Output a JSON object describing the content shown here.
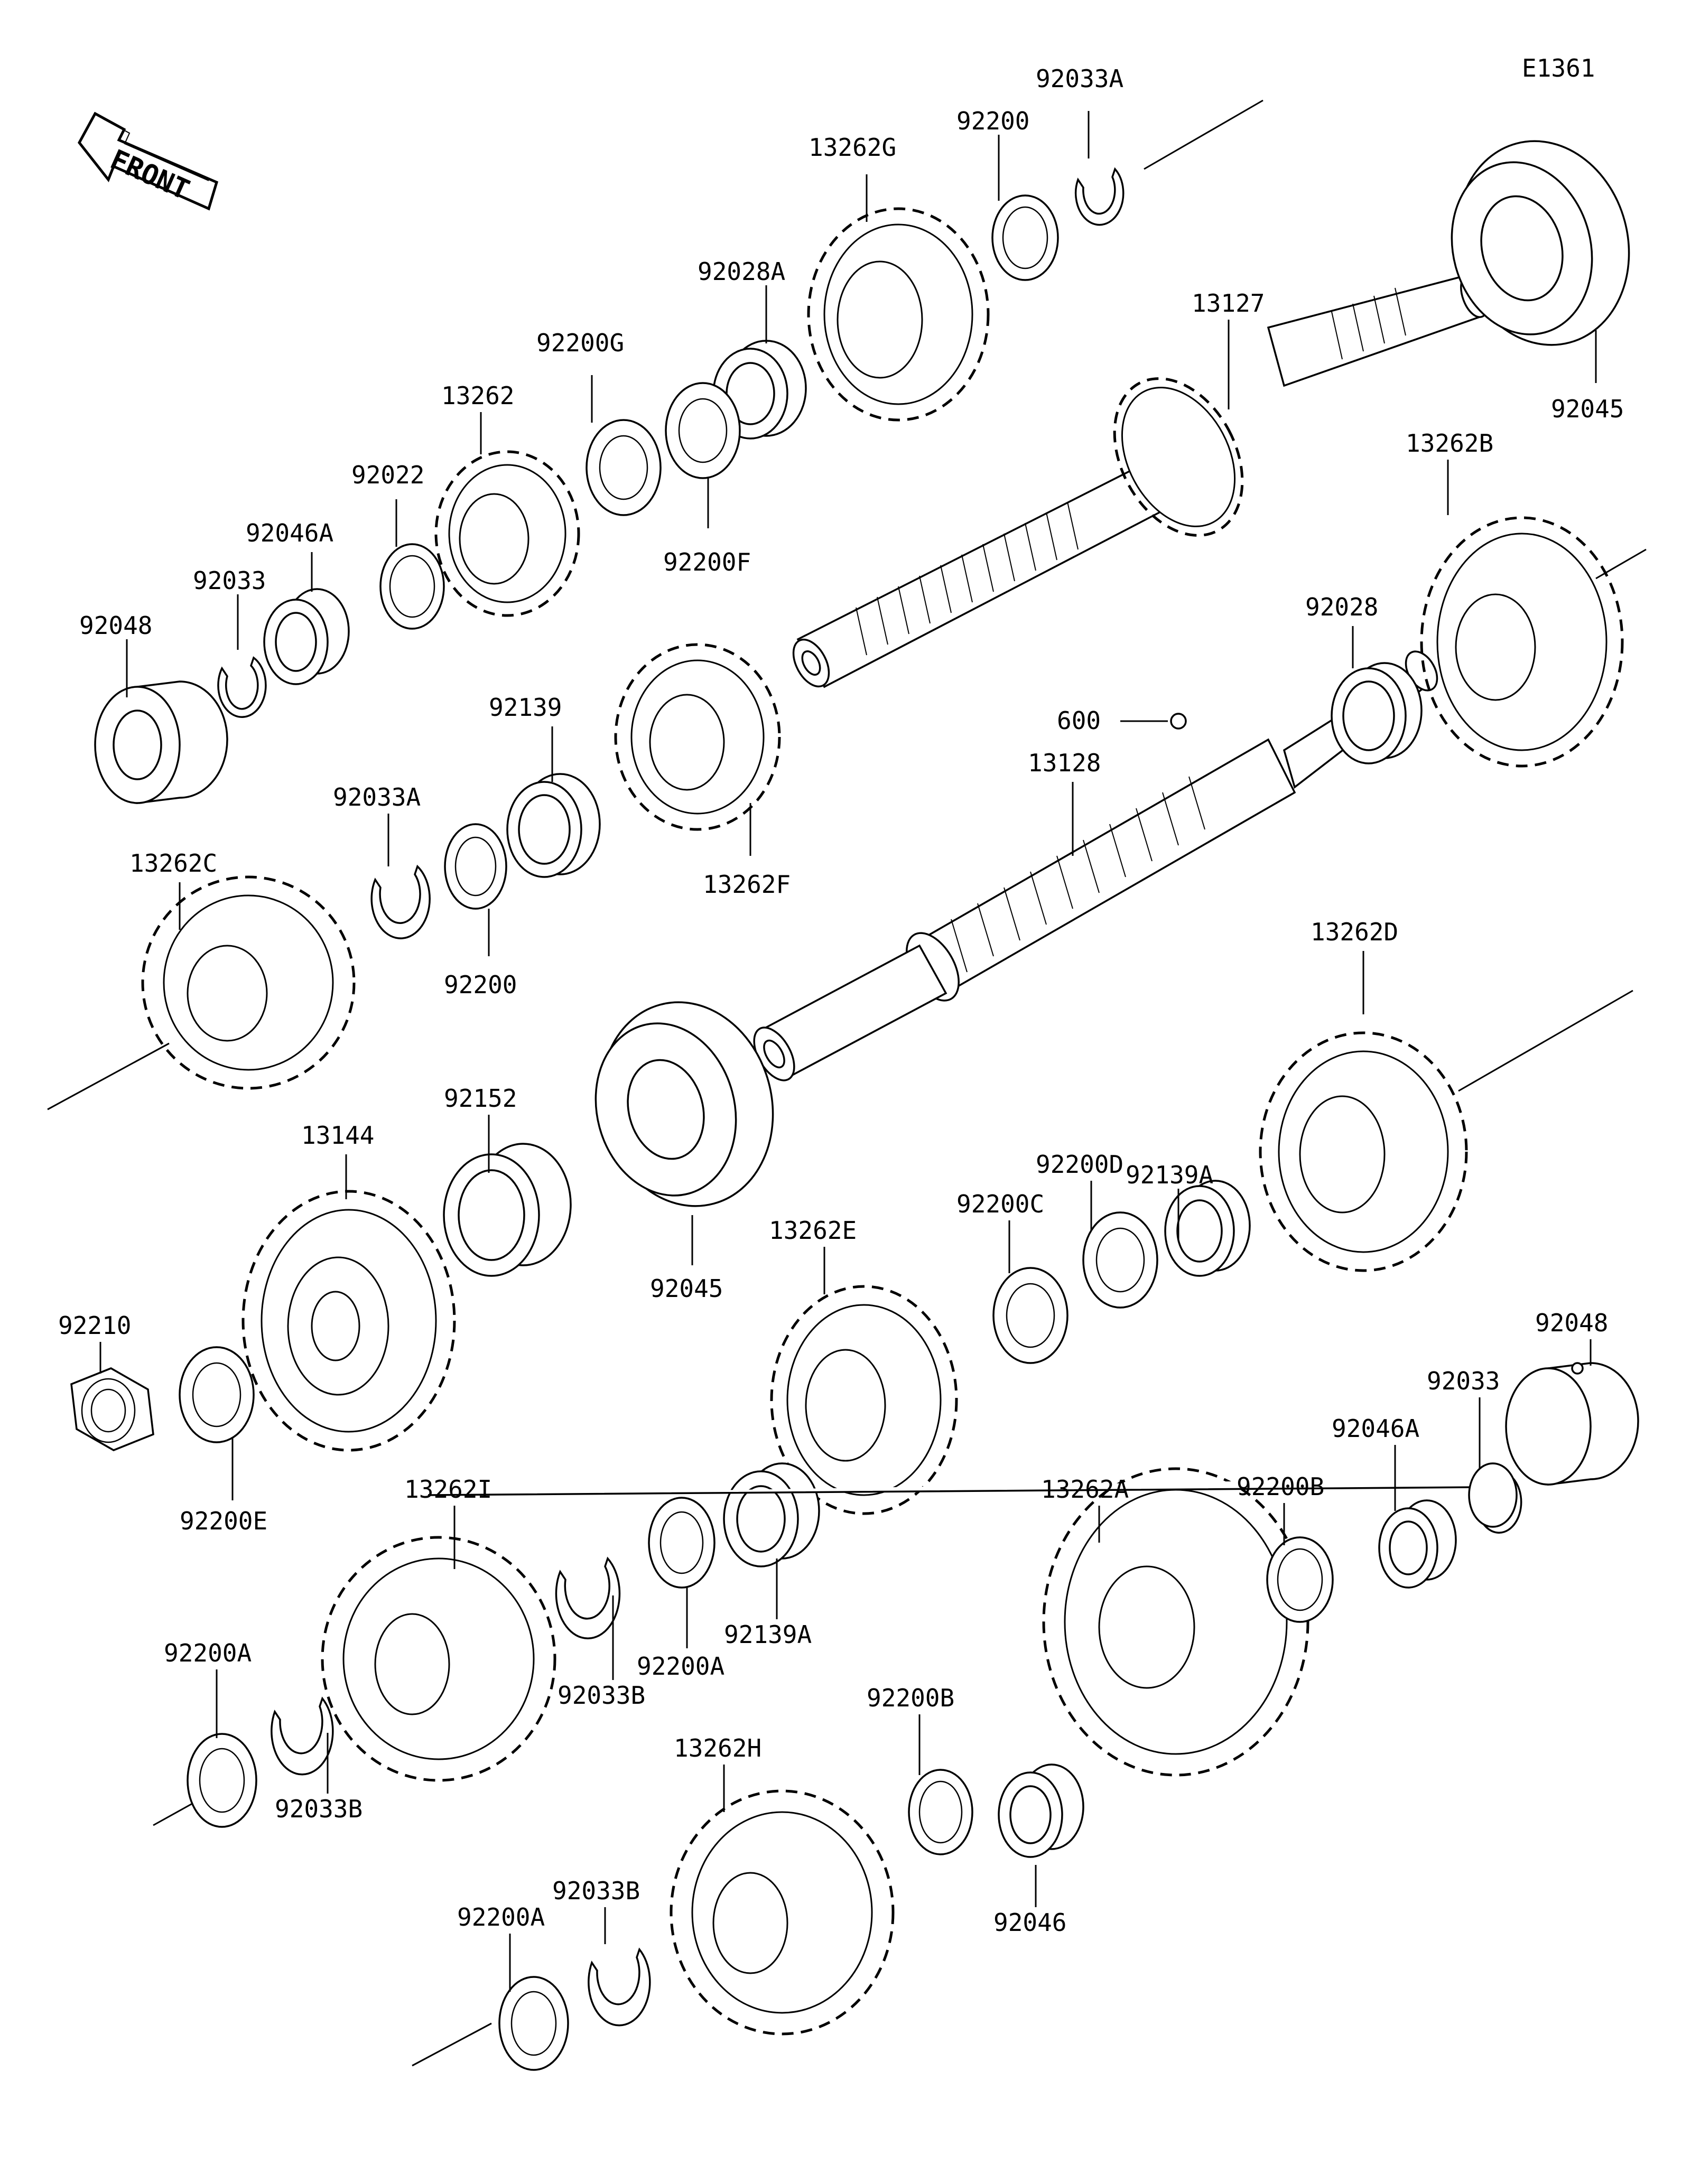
{
  "diagram_id": "E1361",
  "front_label": "FRONT",
  "parts": [
    {
      "key": "92033A_top",
      "label": "92033A"
    },
    {
      "key": "92200_top",
      "label": "92200"
    },
    {
      "key": "13262G",
      "label": "13262G"
    },
    {
      "key": "92028A",
      "label": "92028A"
    },
    {
      "key": "92200G",
      "label": "92200G"
    },
    {
      "key": "13262",
      "label": "13262"
    },
    {
      "key": "92022",
      "label": "92022"
    },
    {
      "key": "92046A_left",
      "label": "92046A"
    },
    {
      "key": "92033_left",
      "label": "92033"
    },
    {
      "key": "92048_left",
      "label": "92048"
    },
    {
      "key": "92200F",
      "label": "92200F"
    },
    {
      "key": "13127",
      "label": "13127"
    },
    {
      "key": "92045_top",
      "label": "92045"
    },
    {
      "key": "13262B",
      "label": "13262B"
    },
    {
      "key": "92028",
      "label": "92028"
    },
    {
      "key": "600",
      "label": "600"
    },
    {
      "key": "13128",
      "label": "13128"
    },
    {
      "key": "92139",
      "label": "92139"
    },
    {
      "key": "92033A_mid",
      "label": "92033A"
    },
    {
      "key": "13262C",
      "label": "13262C"
    },
    {
      "key": "92200_mid",
      "label": "92200"
    },
    {
      "key": "13262F",
      "label": "13262F"
    },
    {
      "key": "13262D",
      "label": "13262D"
    },
    {
      "key": "92139A_top",
      "label": "92139A"
    },
    {
      "key": "92200D",
      "label": "92200D"
    },
    {
      "key": "92200C",
      "label": "92200C"
    },
    {
      "key": "13144",
      "label": "13144"
    },
    {
      "key": "92152",
      "label": "92152"
    },
    {
      "key": "92045_mid",
      "label": "92045"
    },
    {
      "key": "13262E",
      "label": "13262E"
    },
    {
      "key": "92210",
      "label": "92210"
    },
    {
      "key": "92200E",
      "label": "92200E"
    },
    {
      "key": "92048_right",
      "label": "92048"
    },
    {
      "key": "92033_right",
      "label": "92033"
    },
    {
      "key": "92046A_right",
      "label": "92046A"
    },
    {
      "key": "92200B_right",
      "label": "92200B"
    },
    {
      "key": "13262A",
      "label": "13262A"
    },
    {
      "key": "13262I",
      "label": "13262I"
    },
    {
      "key": "92139A_low",
      "label": "92139A"
    },
    {
      "key": "92200A_mid",
      "label": "92200A"
    },
    {
      "key": "92033B_mid",
      "label": "92033B"
    },
    {
      "key": "92200A_left",
      "label": "92200A"
    },
    {
      "key": "92033B_left",
      "label": "92033B"
    },
    {
      "key": "92200B_low",
      "label": "92200B"
    },
    {
      "key": "13262H",
      "label": "13262H"
    },
    {
      "key": "92046",
      "label": "92046"
    },
    {
      "key": "92033B_bottom",
      "label": "92033B"
    },
    {
      "key": "92200A_bottom",
      "label": "92200A"
    }
  ]
}
